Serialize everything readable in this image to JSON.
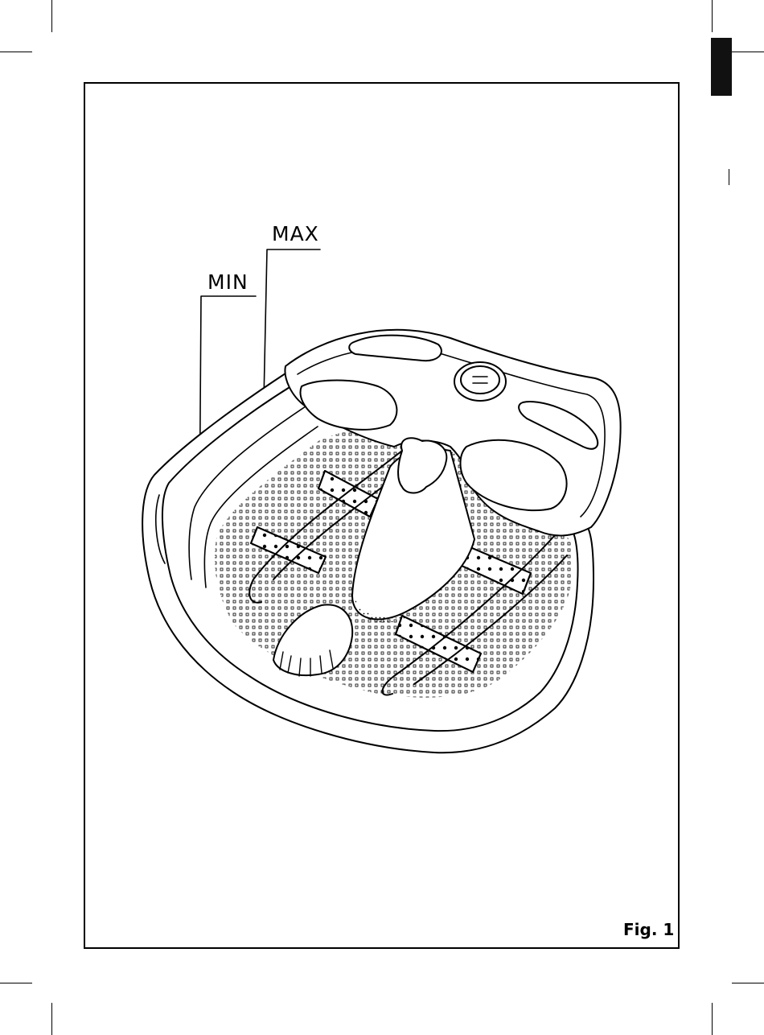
{
  "figure": {
    "label": "Fig. 1",
    "level_marks": {
      "max": "MAX",
      "min": "MIN"
    }
  },
  "colors": {
    "ink": "#000000",
    "paper": "#ffffff",
    "tab": "#111111"
  }
}
